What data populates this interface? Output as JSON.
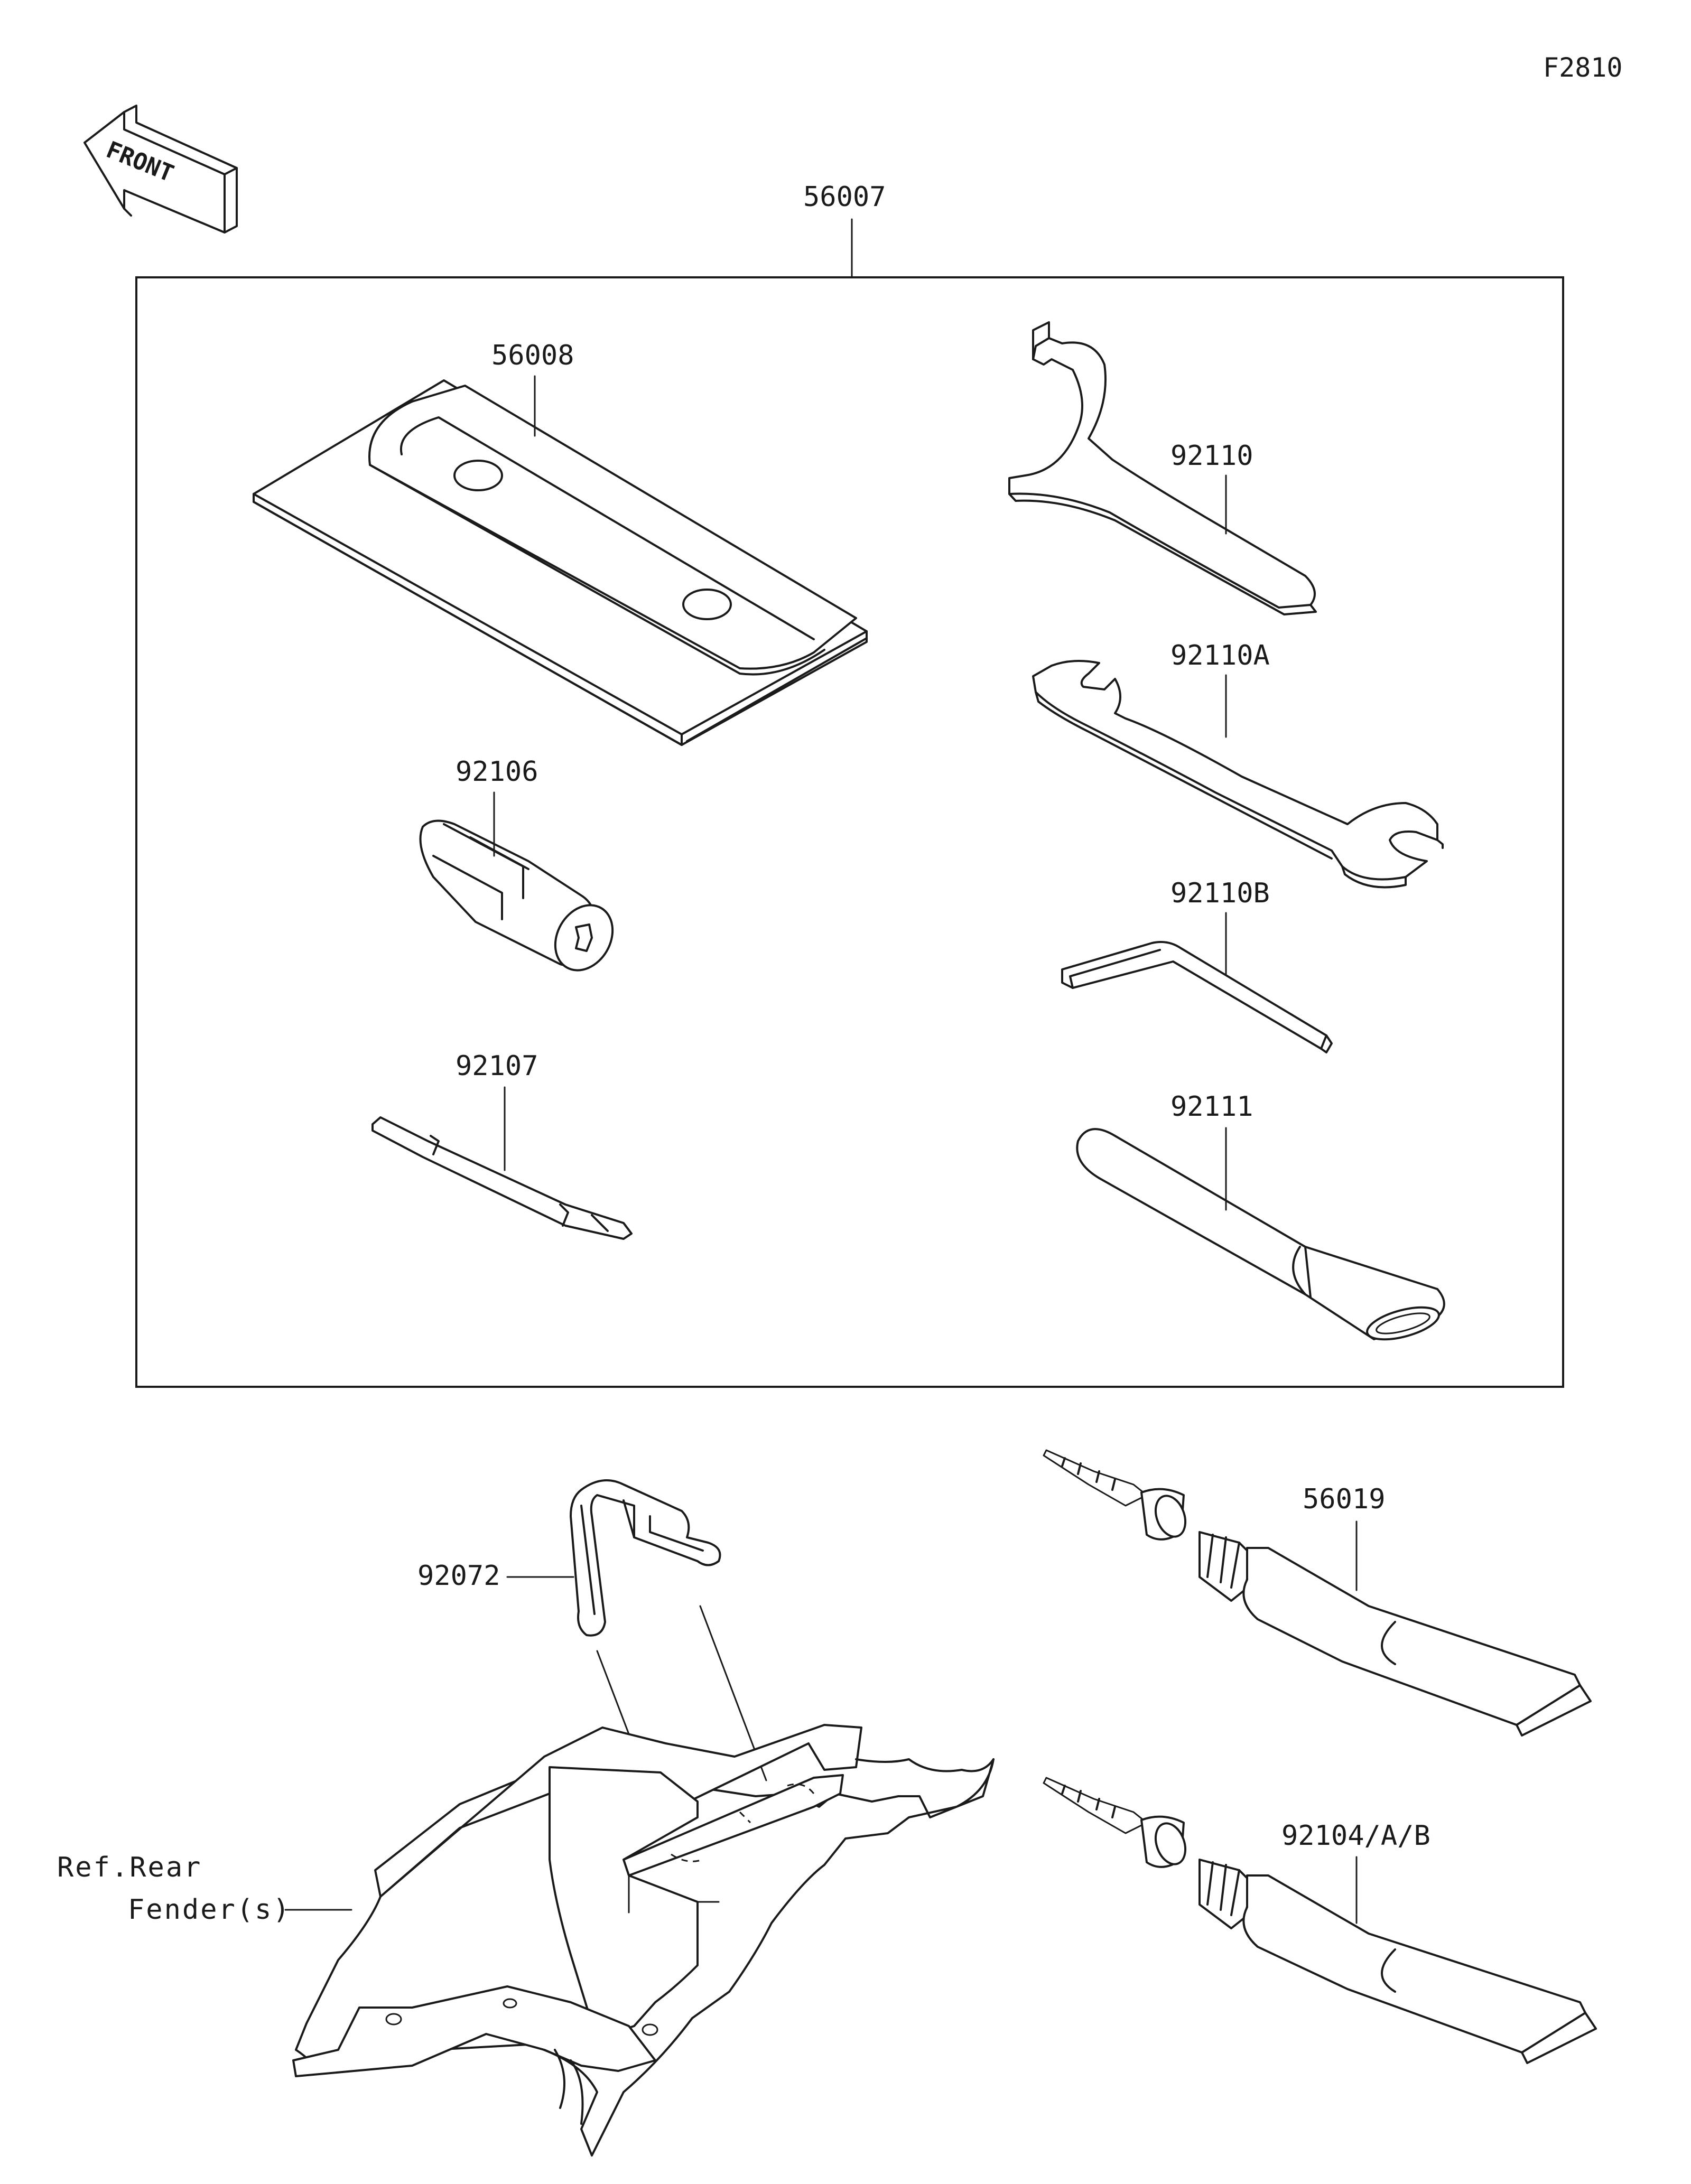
{
  "figure_id": "F2810",
  "front_label": "FRONT",
  "labels": {
    "tool_kit": "56007",
    "tool_bag": "56008",
    "spanner_hook": "92110",
    "wrench_open_end": "92110A",
    "hex_wrench": "92110B",
    "socket": "92106",
    "screwdriver": "92107",
    "pipe": "92111",
    "grease_tube": "56019",
    "grease_tube_2": "92104/A/B",
    "band": "92072"
  },
  "reference": {
    "line1": "Ref.Rear",
    "line2": "Fender(s)"
  }
}
